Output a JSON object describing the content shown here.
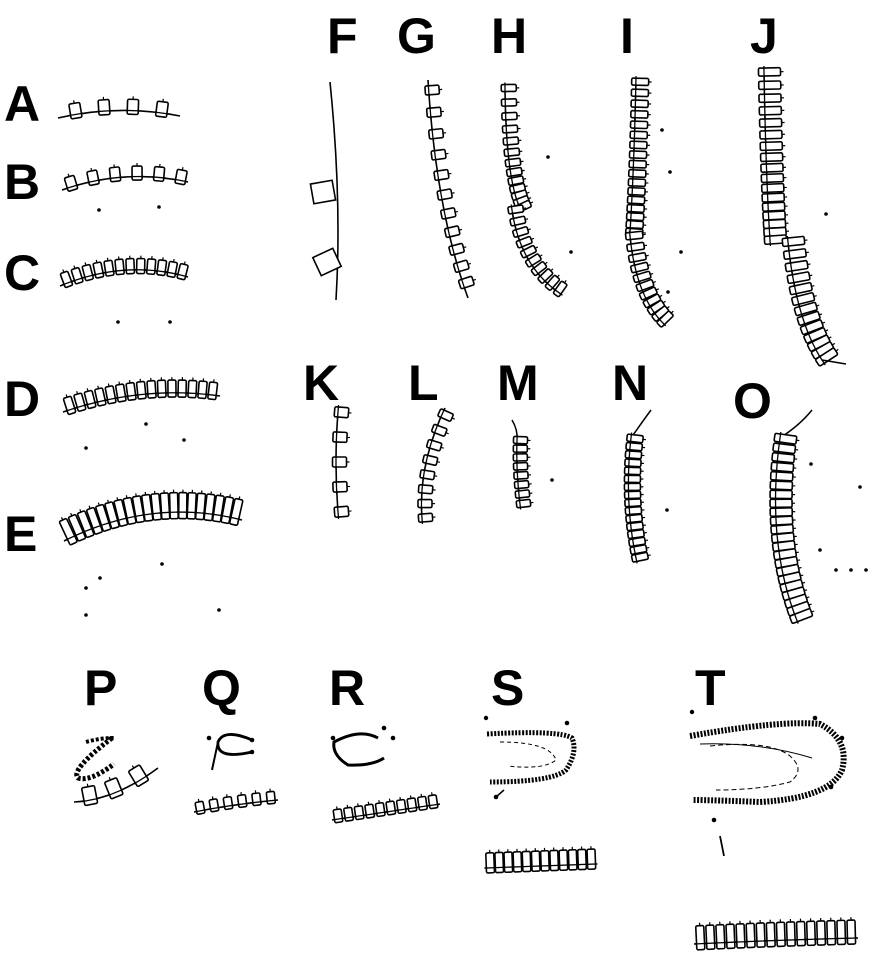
{
  "panels": [
    {
      "id": "A",
      "label": "A"
    },
    {
      "id": "B",
      "label": "B"
    },
    {
      "id": "C",
      "label": "C"
    },
    {
      "id": "D",
      "label": "D"
    },
    {
      "id": "E",
      "label": "E"
    },
    {
      "id": "F",
      "label": "F"
    },
    {
      "id": "G",
      "label": "G"
    },
    {
      "id": "H",
      "label": "H"
    },
    {
      "id": "I",
      "label": "I"
    },
    {
      "id": "J",
      "label": "J"
    },
    {
      "id": "K",
      "label": "K"
    },
    {
      "id": "L",
      "label": "L"
    },
    {
      "id": "M",
      "label": "M"
    },
    {
      "id": "N",
      "label": "N"
    },
    {
      "id": "O",
      "label": "O"
    },
    {
      "id": "P",
      "label": "P"
    },
    {
      "id": "Q",
      "label": "Q"
    },
    {
      "id": "R",
      "label": "R"
    },
    {
      "id": "S",
      "label": "S"
    },
    {
      "id": "T",
      "label": "T"
    }
  ],
  "colors": {
    "ink": "#000000",
    "background": "#ffffff"
  }
}
